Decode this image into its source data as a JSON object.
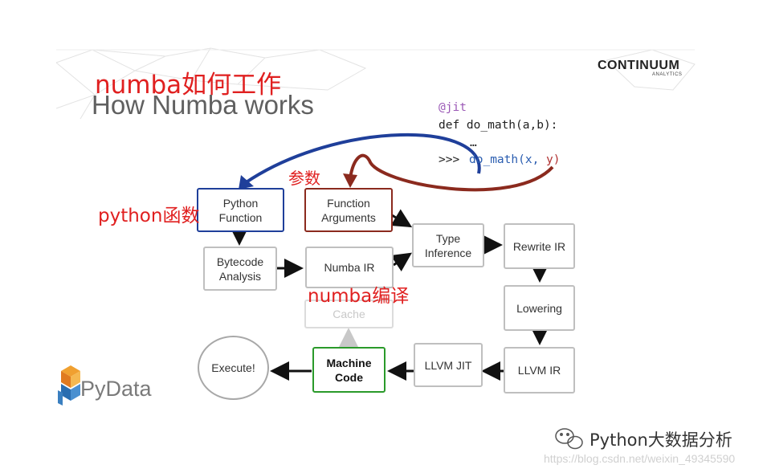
{
  "title_cn": "numba如何工作",
  "title_en": "How Numba works",
  "logo": {
    "brand": "CONTINUUM",
    "sub": "ANALYTICS",
    "pydata": "PyData"
  },
  "code": {
    "decorator": "@jit",
    "def_line": "def do_math(a,b):",
    "ellipsis": "…",
    "prompt": ">>>",
    "call_fn": "do_math(x,",
    "call_arg": "y)"
  },
  "boxes": {
    "python_function": "Python Function",
    "function_arguments": "Function Arguments",
    "bytecode_analysis": "Bytecode Analysis",
    "numba_ir": "Numba IR",
    "type_inference": "Type Inference",
    "rewrite_ir": "Rewrite IR",
    "lowering": "Lowering",
    "cache": "Cache",
    "llvm_ir": "LLVM IR",
    "llvm_jit": "LLVM JIT",
    "machine_code": "Machine Code",
    "execute": "Execute!"
  },
  "annotations": {
    "args": "参数",
    "python_func": "python函数",
    "numba_compile": "numba编译"
  },
  "footer": {
    "wechat": "Python大数据分析",
    "watermark": "https://blog.csdn.net/weixin_49345590"
  },
  "colors": {
    "title_cn": "#e02020",
    "blue_arrow": "#1f3f9a",
    "red_arrow": "#8b2a1e",
    "machine_code_border": "#2a9a2a"
  }
}
